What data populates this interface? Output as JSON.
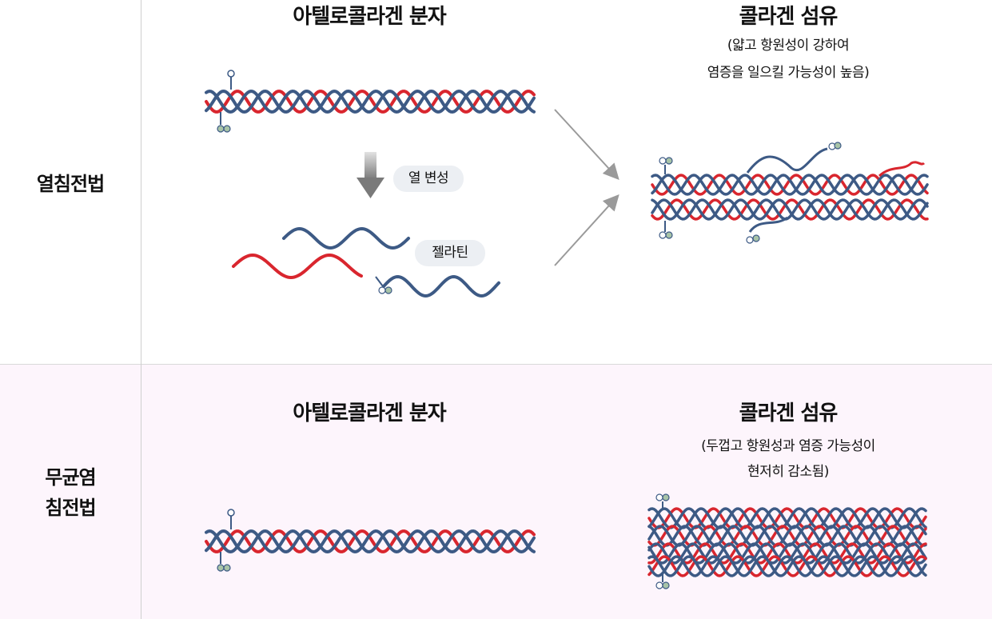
{
  "rows": {
    "top": {
      "label": "열침전법",
      "molecule_title": "아텔로콜라겐 분자",
      "fiber_title": "콜라겐 섬유",
      "fiber_desc_line1": "(얇고 항원성이 강하여",
      "fiber_desc_line2": "염증을 일으킬 가능성이 높음)",
      "step_label": "열 변성",
      "gelatin_label": "젤라틴"
    },
    "bottom": {
      "label_line1": "무균염",
      "label_line2": "침전법",
      "molecule_title": "아텔로콜라겐 분자",
      "fiber_title": "콜라겐 섬유",
      "fiber_desc_line1": "(두껍고 항원성과 염증 가능성이",
      "fiber_desc_line2": "현저히 감소됨)"
    }
  },
  "colors": {
    "strand_blue": "#3d5a85",
    "strand_red": "#d9262e",
    "arrow_gray": "#9a9a9a",
    "pill_bg": "#eceff3",
    "bottom_band": "#fdf5fc",
    "terminal_green": "#a8c4a8"
  },
  "icons": [
    "down-arrow-icon",
    "converge-arrow-icon"
  ]
}
